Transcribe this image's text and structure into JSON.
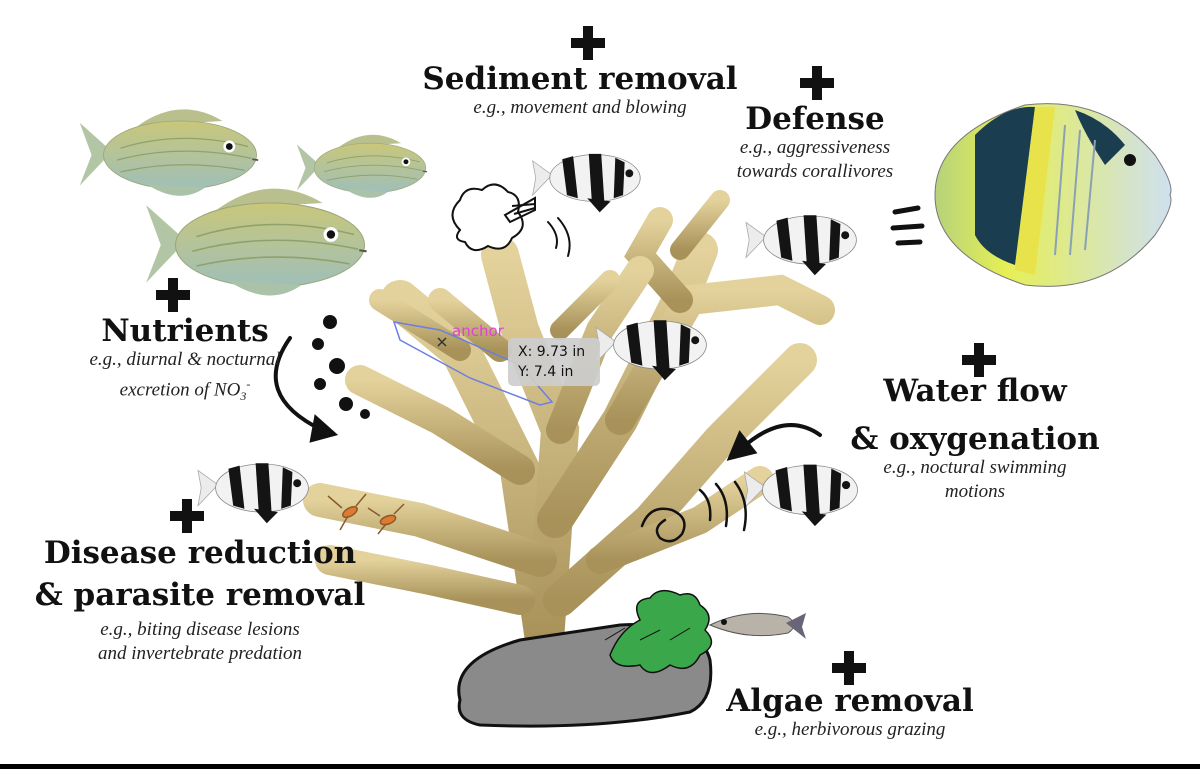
{
  "labels": {
    "sediment": {
      "title": "Sediment removal",
      "sub": "e.g., movement and blowing"
    },
    "defense": {
      "title": "Defense",
      "sub1": "e.g., aggressiveness",
      "sub2": "towards corallivores"
    },
    "nutrients": {
      "title": "Nutrients",
      "sub1": "e.g., diurnal & nocturnal",
      "sub2": "excretion of NO",
      "sub2_sub": "3",
      "sub2_sup": "-"
    },
    "waterflow": {
      "title1": "Water flow",
      "title2": "& oxygenation",
      "sub1": "e.g., noctural swimming",
      "sub2": "motions"
    },
    "disease": {
      "title1": "Disease reduction",
      "title2": "& parasite removal",
      "sub1": "e.g., biting disease lesions",
      "sub2": "and invertebrate predation"
    },
    "algae": {
      "title": "Algae removal",
      "sub": "e.g., herbivorous grazing"
    }
  },
  "editor_overlay": {
    "anchor_label": "anchor",
    "x_readout": "X: 9.73 in",
    "y_readout": "Y: 7.4 in"
  },
  "colors": {
    "coral": "#cdb57a",
    "rock": "#8a8a8a",
    "algae": "#3aa84a",
    "damselfish_stripe": "#141414",
    "grunt_body": "#b9c98f",
    "butterflyfish_yellow": "#f1e23a",
    "text": "#111111"
  }
}
